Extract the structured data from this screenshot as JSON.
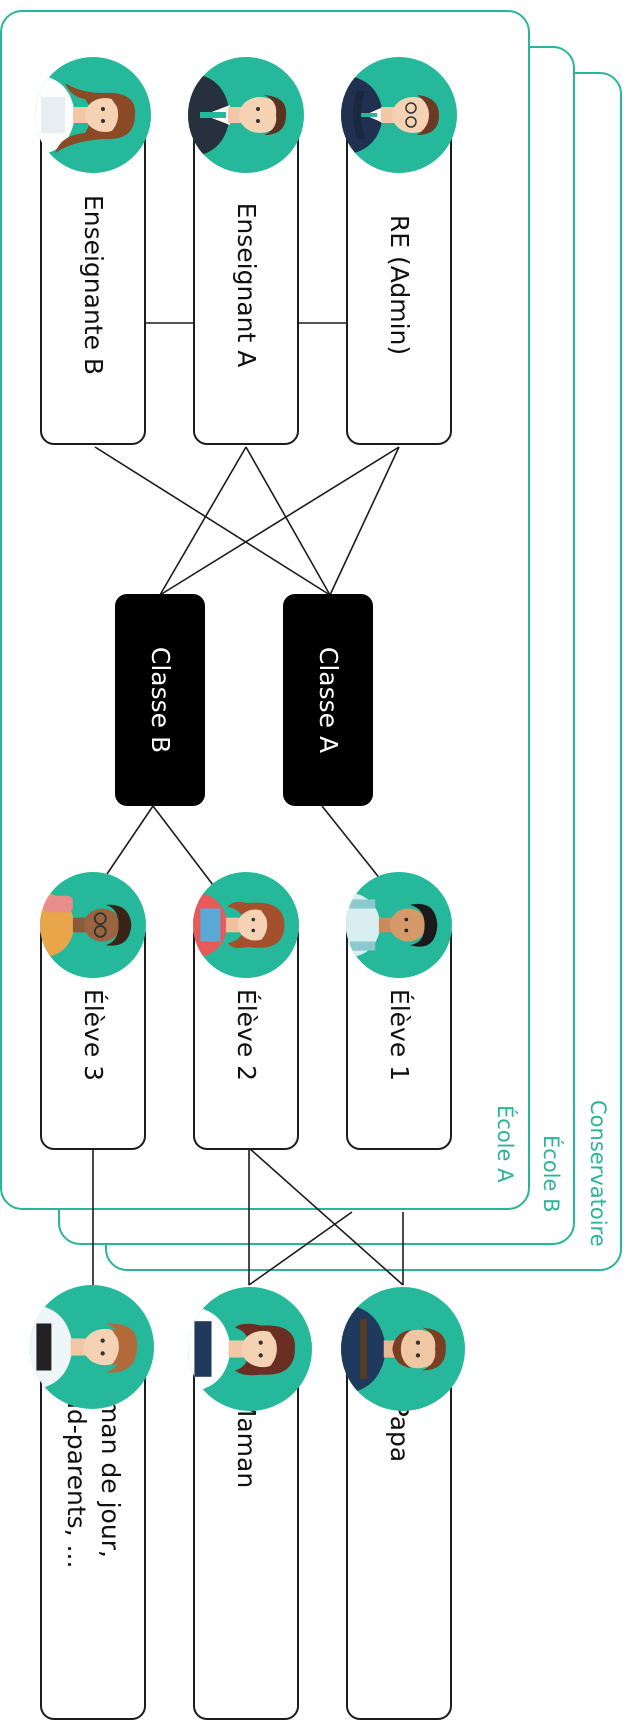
{
  "colors": {
    "accent": "#2bb598",
    "avatar_bg": "#25b89a",
    "class_box": "#000000",
    "line": "#1c1c1c"
  },
  "schools": [
    {
      "label": "Conservatoire"
    },
    {
      "label": "École B"
    },
    {
      "label": "École A"
    }
  ],
  "staff": [
    {
      "label": "RE (Admin)",
      "icon": "admin-avatar-icon"
    },
    {
      "label": "Enseignant A",
      "icon": "teacher-male-avatar-icon"
    },
    {
      "label": "Enseignante B",
      "icon": "teacher-female-avatar-icon"
    }
  ],
  "classes": [
    {
      "label": "Classe A"
    },
    {
      "label": "Classe B"
    }
  ],
  "students": [
    {
      "label": "Élève 1",
      "icon": "student-boy-avatar-icon"
    },
    {
      "label": "Élève 2",
      "icon": "student-girl-avatar-icon"
    },
    {
      "label": "Élève 3",
      "icon": "student-glasses-avatar-icon"
    }
  ],
  "guardians": [
    {
      "label": "Papa",
      "icon": "father-avatar-icon"
    },
    {
      "label": "Maman",
      "icon": "mother-avatar-icon"
    },
    {
      "label": "Maman de jour,\ngrand-parents, ...",
      "icon": "caregiver-avatar-icon"
    }
  ]
}
